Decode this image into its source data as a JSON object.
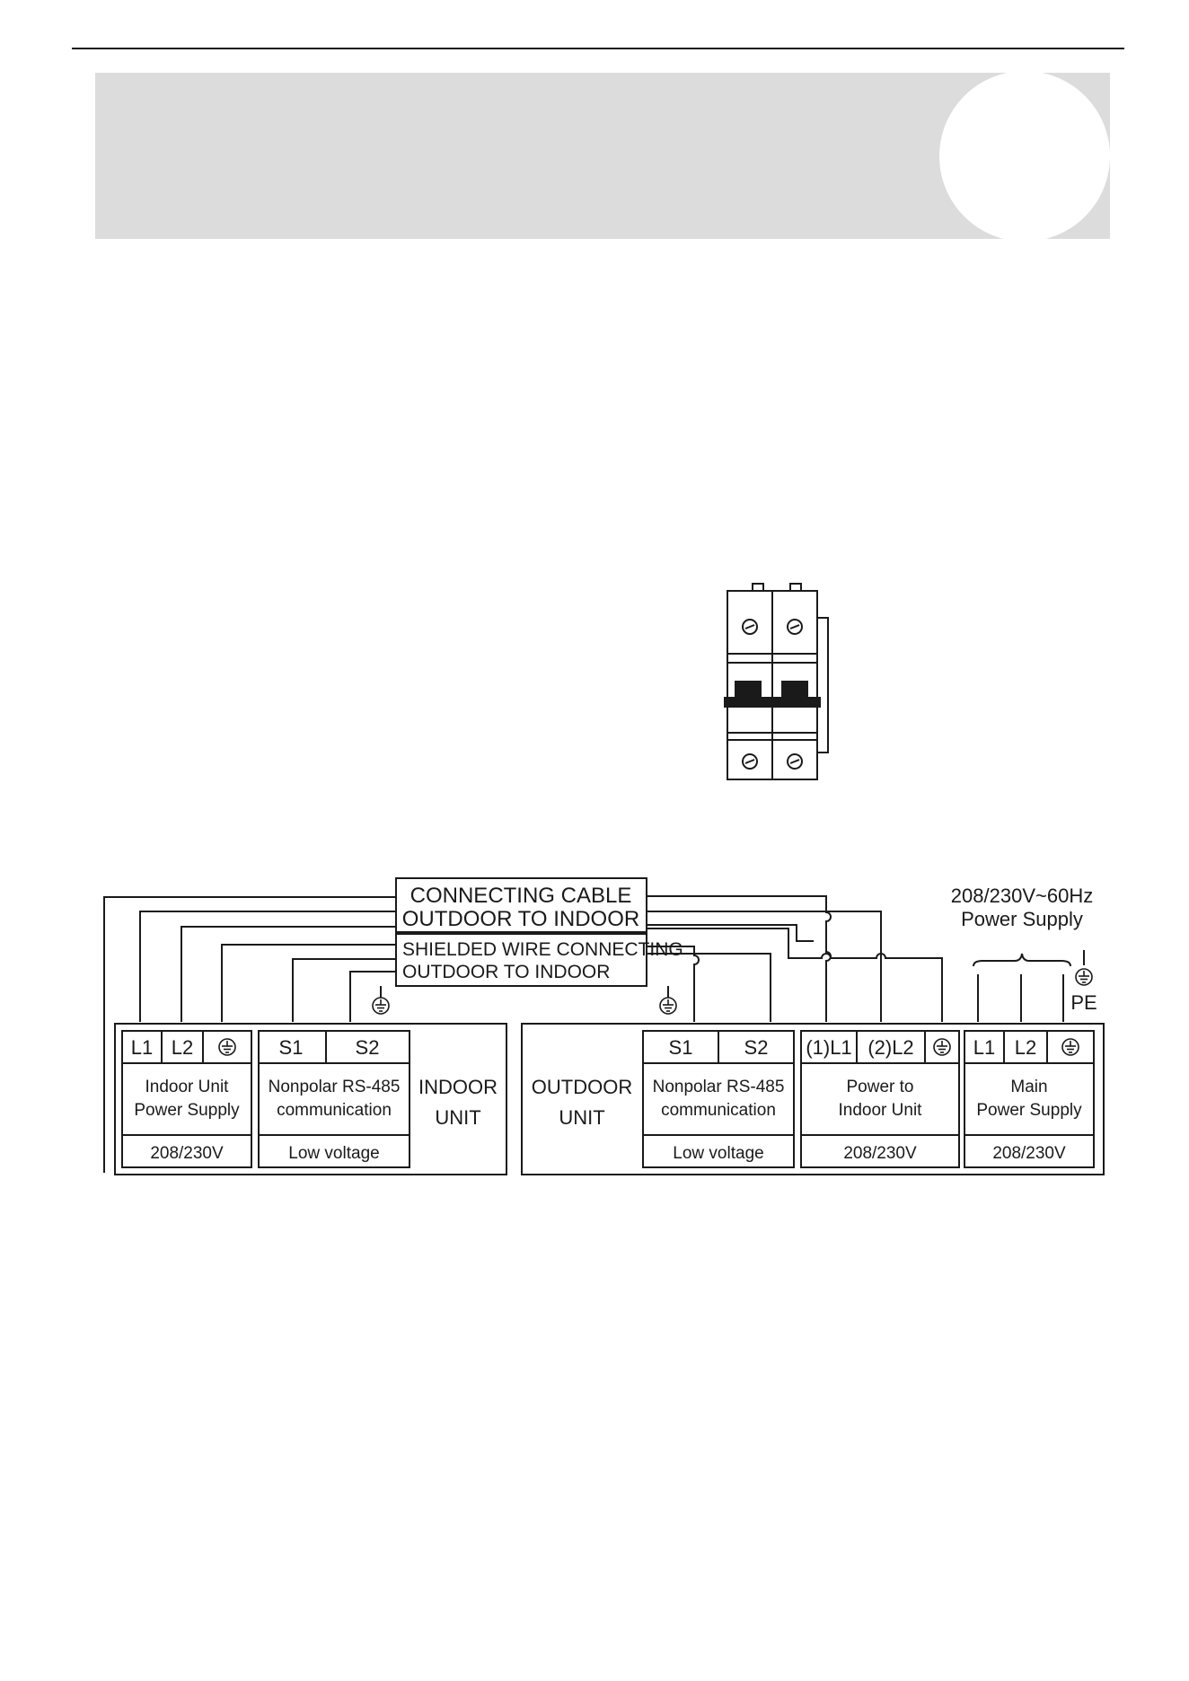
{
  "connecting_cable": {
    "line1": "CONNECTING CABLE",
    "line2": "OUTDOOR TO INDOOR"
  },
  "shielded_wire": {
    "line1": "SHIELDED WIRE CONNECTING",
    "line2": "OUTDOOR TO INDOOR"
  },
  "supply": {
    "line1": "208/230V~60Hz",
    "line2": "Power Supply",
    "pe": "PE"
  },
  "indoor": {
    "label_line1": "INDOOR",
    "label_line2": "UNIT",
    "power_block": {
      "terminals": [
        "L1",
        "L2"
      ],
      "desc_line1": "Indoor Unit",
      "desc_line2": "Power Supply",
      "voltage": "208/230V"
    },
    "comm_block": {
      "terminals": [
        "S1",
        "S2"
      ],
      "desc_line1": "Nonpolar RS-485",
      "desc_line2": "communication",
      "voltage": "Low voltage"
    }
  },
  "outdoor": {
    "label_line1": "OUTDOOR",
    "label_line2": "UNIT",
    "comm_block": {
      "terminals": [
        "S1",
        "S2"
      ],
      "desc_line1": "Nonpolar RS-485",
      "desc_line2": "communication",
      "voltage": "Low voltage"
    },
    "indoor_power_block": {
      "terminals": [
        "(1)L1",
        "(2)L2"
      ],
      "desc_line1": "Power to",
      "desc_line2": "Indoor Unit",
      "voltage": "208/230V"
    },
    "main_block": {
      "terminals": [
        "L1",
        "L2"
      ],
      "desc_line1": "Main",
      "desc_line2": "Power Supply",
      "voltage": "208/230V"
    }
  },
  "icons": {
    "ground": "ground-icon",
    "breaker": "circuit-breaker-illustration"
  },
  "colors": {
    "banner": "#dcdcdc",
    "ink": "#1a1a1a"
  }
}
